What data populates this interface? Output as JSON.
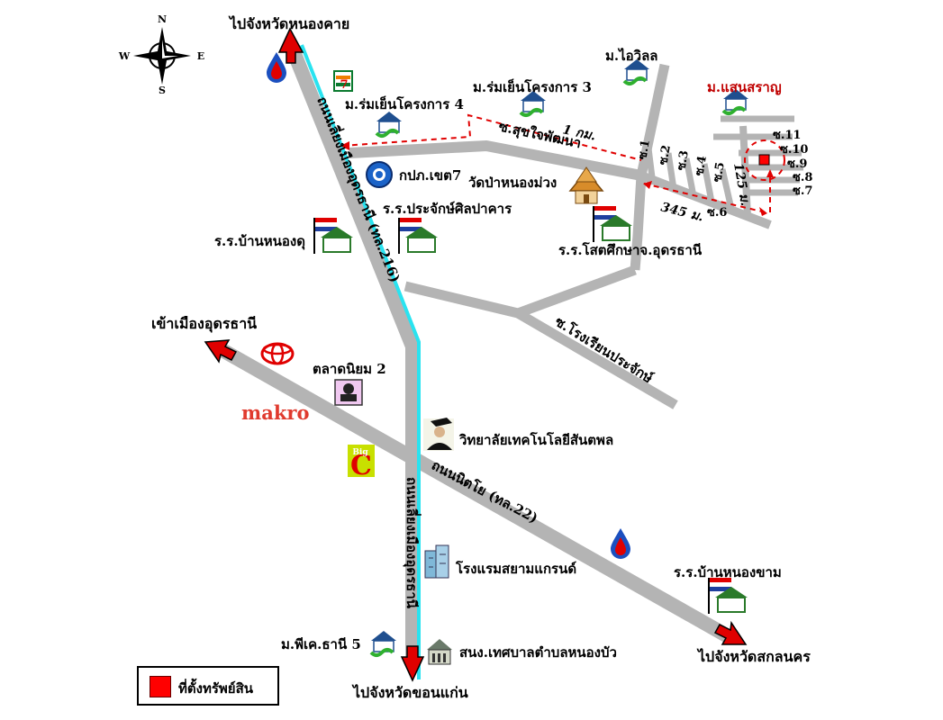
{
  "compass": {
    "n": "N",
    "s": "S",
    "e": "E",
    "w": "W"
  },
  "destinations": {
    "nong_khai": "ไปจังหวัดหนองคาย",
    "khon_kaen": "ไปจังหวัดขอนแก่น",
    "sakon_nakhon": "ไปจังหวัดสกลนคร",
    "udon_city": "เข้าเมืองอุดรธานี"
  },
  "roads": {
    "bypass_north": "ถนนเลี่ยงเมืองอุดรธานี (ทล.216)",
    "nittayo": "ถนนนิตโย (ทล.22)",
    "bypass_south": "ถนนเลี่ยงเมืองอุดรธานี",
    "soi_sukjai": "ซ.สุขใจพัฒนา",
    "soi_school": "ซ.โรงเรียนประจักษ์",
    "soi": [
      "ซ.1",
      "ซ.2",
      "ซ.3",
      "ซ.4",
      "ซ.5",
      "ซ.6",
      "ซ.7",
      "ซ.8",
      "ซ.9",
      "ซ.10",
      "ซ.11"
    ]
  },
  "distances": {
    "one_km": "1 กม.",
    "m345": "345 ม.",
    "m125": "125 ม."
  },
  "places": {
    "rom_yen_4": "ม.ร่มเย็นโครงการ 4",
    "rom_yen_3": "ม.ร่มเย็นโครงการ 3",
    "i_villa": "ม.ไอวิลล",
    "saensaran": "ม.แสนสราญ",
    "pea7": "กปภ.เขต7",
    "wat": "วัดป่าหนองม่วง",
    "prachak_school": "ร.ร.ประจักษ์ศิลปาคาร",
    "nongdu_school": "ร.ร.บ้านหนองดุ",
    "sot_school": "ร.ร.โสตศึกษาจ.อุดรธานี",
    "market": "ตลาดนิยม 2",
    "college": "วิทยาลัยเทคโนโลยีสันตพล",
    "hotel": "โรงแรมสยามแกรนด์",
    "nongkham_school": "ร.ร.บ้านหนองขาม",
    "pk_thani": "ม.พีเค.ธานี 5",
    "municipal": "สนง.เทศบาลตำบลหนองบัว"
  },
  "brands": {
    "makro": "makro",
    "bigc_top": "Big",
    "bigc_letter": "C"
  },
  "legend": {
    "label": "ที่ตั้งทรัพย์สิน"
  },
  "colors": {
    "road": "#b4b4b4",
    "canal": "#29e3f0",
    "arrow": "#e00000",
    "route": "#e00000",
    "marker": "#ff0000"
  }
}
